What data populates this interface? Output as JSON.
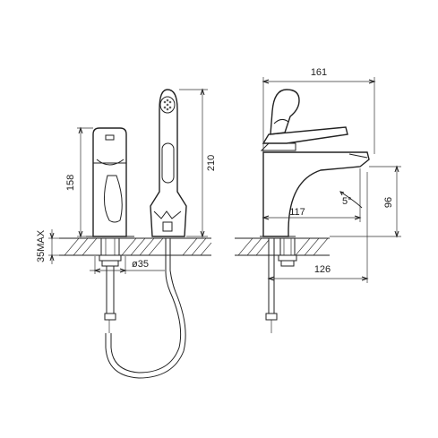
{
  "dimensions": {
    "total_width": "161",
    "front_height": "158",
    "spray_height": "210",
    "max_counter_thickness": "35MAX",
    "hole_diameter": "ø35",
    "spout_reach_top": "117",
    "spout_reach_base": "126",
    "outlet_height": "96",
    "outlet_angle": "5°"
  }
}
